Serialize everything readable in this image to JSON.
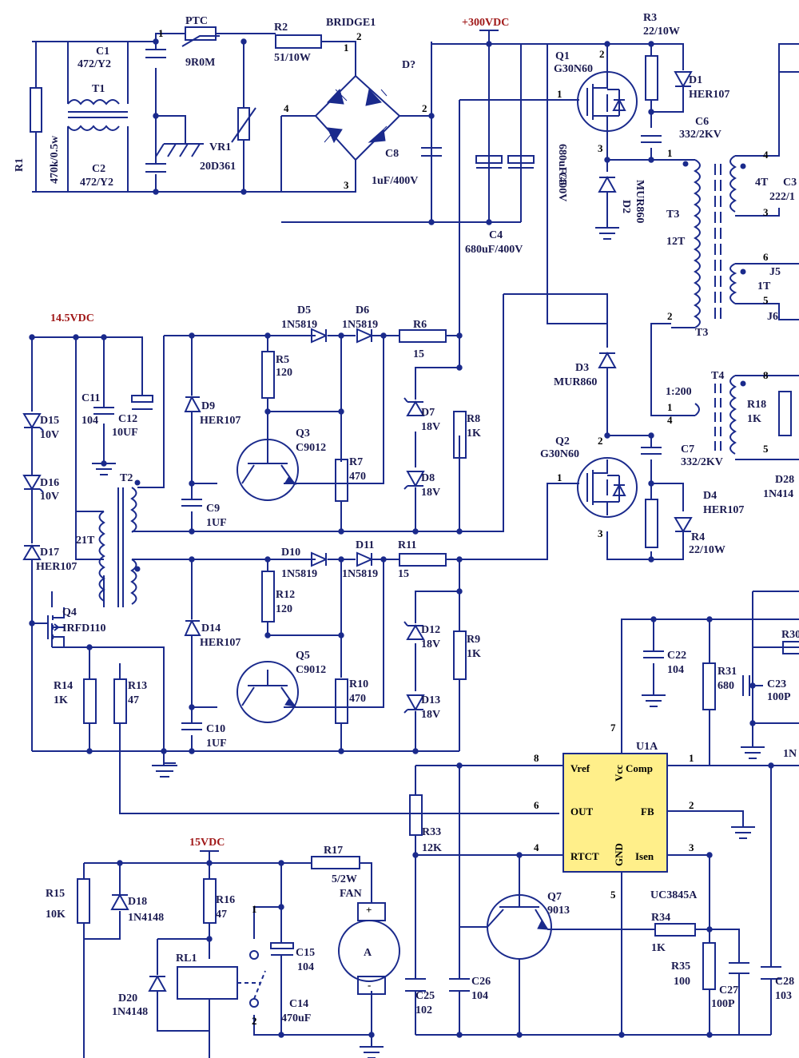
{
  "rails": {
    "hv": "+300VDC",
    "aux": "14.5VDC",
    "fan": "15VDC"
  },
  "parts": {
    "r1": "R1",
    "r1v": "470k/0.5w",
    "c1": "C1",
    "c1v": "472/Y2",
    "c2": "C2",
    "c2v": "472/Y2",
    "t1": "T1",
    "ptc": "PTC",
    "ptcv": "9R0M",
    "vr1": "VR1",
    "vr1v": "20D361",
    "r2": "R2",
    "r2v": "51/10W",
    "bridge": "BRIDGE1",
    "d7q": "D?",
    "c8": "C8",
    "c8v": "1uF/400V",
    "c4": "C4",
    "c4v": "680uF/400V",
    "c5": "C5",
    "c5v": "680uF/400V",
    "q1": "Q1",
    "q1v": "G30N60",
    "r3": "R3",
    "r3v": "22/10W",
    "d1": "D1",
    "d1v": "HER107",
    "c6": "C6",
    "c6v": "332/2KV",
    "d2": "D2",
    "d2v": "MUR860",
    "t3": "T3",
    "t3b": "T3",
    "t3p": "12T",
    "t3a": "4T",
    "c3": "C3",
    "c3v": "222/1",
    "j5": "J5",
    "j5t": "1T",
    "j6": "J6",
    "d5": "D5",
    "d5v": "1N5819",
    "d6": "D6",
    "d6v": "1N5819",
    "r6": "R6",
    "r6v": "15",
    "r5": "R5",
    "r5v": "120",
    "d9": "D9",
    "d9v": "HER107",
    "q3": "Q3",
    "q3v": "C9012",
    "r7": "R7",
    "r7v": "470",
    "d7": "D7",
    "d7v": "18V",
    "d8": "D8",
    "d8v": "18V",
    "r8": "R8",
    "r8v": "1K",
    "c9": "C9",
    "c9v": "1UF",
    "c11": "C11",
    "c11v": "104",
    "c12": "C12",
    "c12v": "10UF",
    "d15": "D15",
    "d15v": "10V",
    "d16": "D16",
    "d16v": "10V",
    "d17": "D17",
    "d17v": "HER107",
    "t2": "T2",
    "t2t": "21T",
    "q4": "Q4",
    "q4v": "IRFD110",
    "r14": "R14",
    "r14v": "1K",
    "r13": "R13",
    "r13v": "47",
    "d10": "D10",
    "d10v": "1N5819",
    "d11": "D11",
    "d11v": "1N5819",
    "r11": "R11",
    "r11v": "15",
    "r12": "R12",
    "r12v": "120",
    "d14": "D14",
    "d14v": "HER107",
    "q5": "Q5",
    "q5v": "C9012",
    "r10": "R10",
    "r10v": "470",
    "d12": "D12",
    "d12v": "18V",
    "d13": "D13",
    "d13v": "18V",
    "r9": "R9",
    "r9v": "1K",
    "c10": "C10",
    "c10v": "1UF",
    "d3": "D3",
    "d3v": "MUR860",
    "q2": "Q2",
    "q2v": "G30N60",
    "c7": "C7",
    "c7v": "332/2KV",
    "d4": "D4",
    "d4v": "HER107",
    "r4": "R4",
    "r4v": "22/10W",
    "t4": "T4",
    "t4r": "1:200",
    "r18": "R18",
    "r18v": "1K",
    "d28": "D28",
    "d28v": "1N414",
    "c22": "C22",
    "c22v": "104",
    "r31": "R31",
    "r31v": "680",
    "c23": "C23",
    "c23v": "100P",
    "r30": "R30",
    "u1": "U1A",
    "u1p": "UC3845A",
    "vref": "Vref",
    "vcc": "Vcc",
    "comp": "Comp",
    "out": "OUT",
    "fb": "FB",
    "rtct": "RTCT",
    "gnd": "GND",
    "isen": "Isen",
    "r33": "R33",
    "r33v": "12K",
    "q7": "Q7",
    "q7v": "9013",
    "r34": "R34",
    "r34v": "1K",
    "r35": "R35",
    "r35v": "100",
    "c27": "C27",
    "c27v": "100P",
    "c28": "C28",
    "c28v": "103",
    "c25": "C25",
    "c25v": "102",
    "c26": "C26",
    "c26v": "104",
    "in": "1N",
    "r15": "R15",
    "r15v": "10K",
    "d18": "D18",
    "d18v": "1N4148",
    "r16": "R16",
    "r16v": "47",
    "rl1": "RL1",
    "d20": "D20",
    "d20v": "1N4148",
    "r17": "R17",
    "r17v": "5/2W",
    "fan": "FAN",
    "fanm": "A",
    "c15": "C15",
    "c15v": "104",
    "c14": "C14",
    "c14v": "470uF"
  },
  "pins": [
    "1",
    "2",
    "3",
    "4",
    "5",
    "6",
    "7",
    "8"
  ]
}
